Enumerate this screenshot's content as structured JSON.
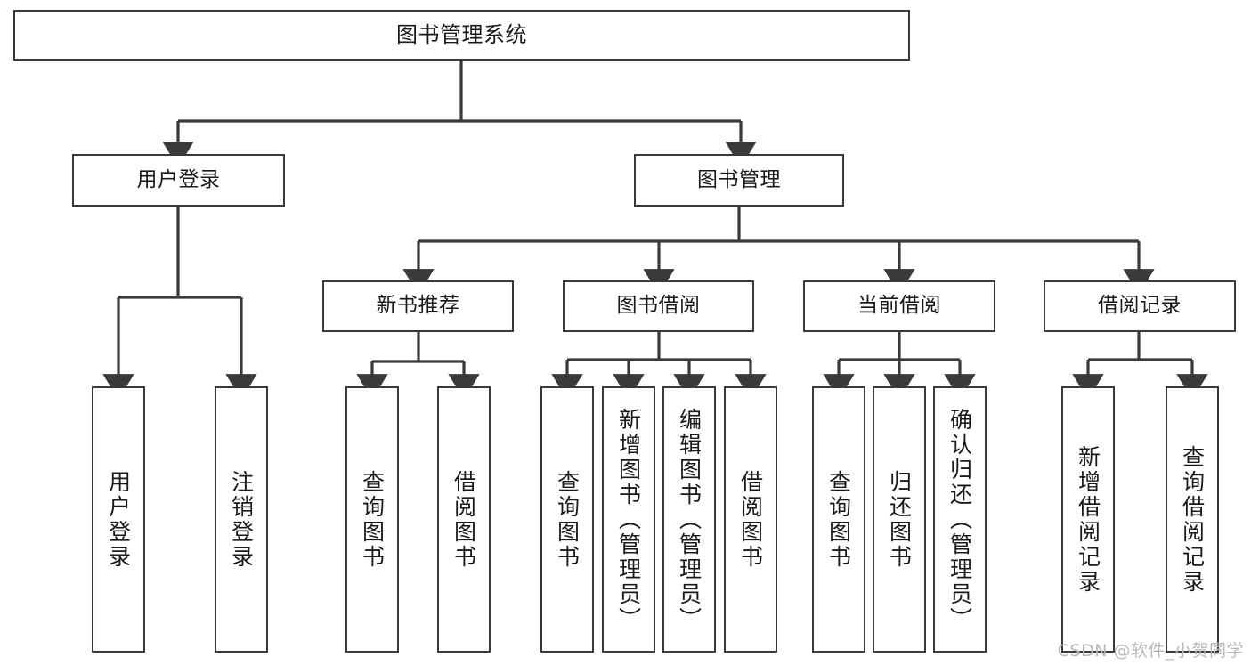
{
  "diagram": {
    "title": "图书管理系统",
    "type": "tree",
    "watermark": "CSDN @软件_小贺同学",
    "colors": {
      "box_border": "#3a3a3a",
      "box_fill": "#ffffff",
      "edge": "#3a3a3a",
      "text": "#1a1a1a",
      "watermark": "#b9b9b9",
      "canvas": "#ffffff"
    },
    "levels": {
      "root": "图书管理系统",
      "level2": [
        "用户登录",
        "图书管理"
      ],
      "level3": [
        "新书推荐",
        "图书借阅",
        "当前借阅",
        "借阅记录"
      ]
    },
    "nodes": {
      "root": {
        "label": "图书管理系统"
      },
      "user_login": {
        "label": "用户登录"
      },
      "book_manage": {
        "label": "图书管理"
      },
      "new_book_rec": {
        "label": "新书推荐"
      },
      "book_borrow": {
        "label": "图书借阅"
      },
      "current_borrow": {
        "label": "当前借阅"
      },
      "borrow_record": {
        "label": "借阅记录"
      },
      "leaf_user_login": {
        "label": "用户登录"
      },
      "leaf_logout": {
        "label": "注销登录"
      },
      "leaf_query_book_1": {
        "label": "查询图书"
      },
      "leaf_borrow_book_1": {
        "label": "借阅图书"
      },
      "leaf_query_book_2": {
        "label": "查询图书"
      },
      "leaf_add_book_admin": {
        "label": "新增图书（管理员）"
      },
      "leaf_edit_book_admin": {
        "label": "编辑图书（管理员）"
      },
      "leaf_borrow_book_2": {
        "label": "借阅图书"
      },
      "leaf_query_book_3": {
        "label": "查询图书"
      },
      "leaf_return_book": {
        "label": "归还图书"
      },
      "leaf_confirm_return_admin": {
        "label": "确认归还（管理员）"
      },
      "leaf_add_borrow_record": {
        "label": "新增借阅记录"
      },
      "leaf_query_borrow_record": {
        "label": "查询借阅记录"
      }
    }
  }
}
